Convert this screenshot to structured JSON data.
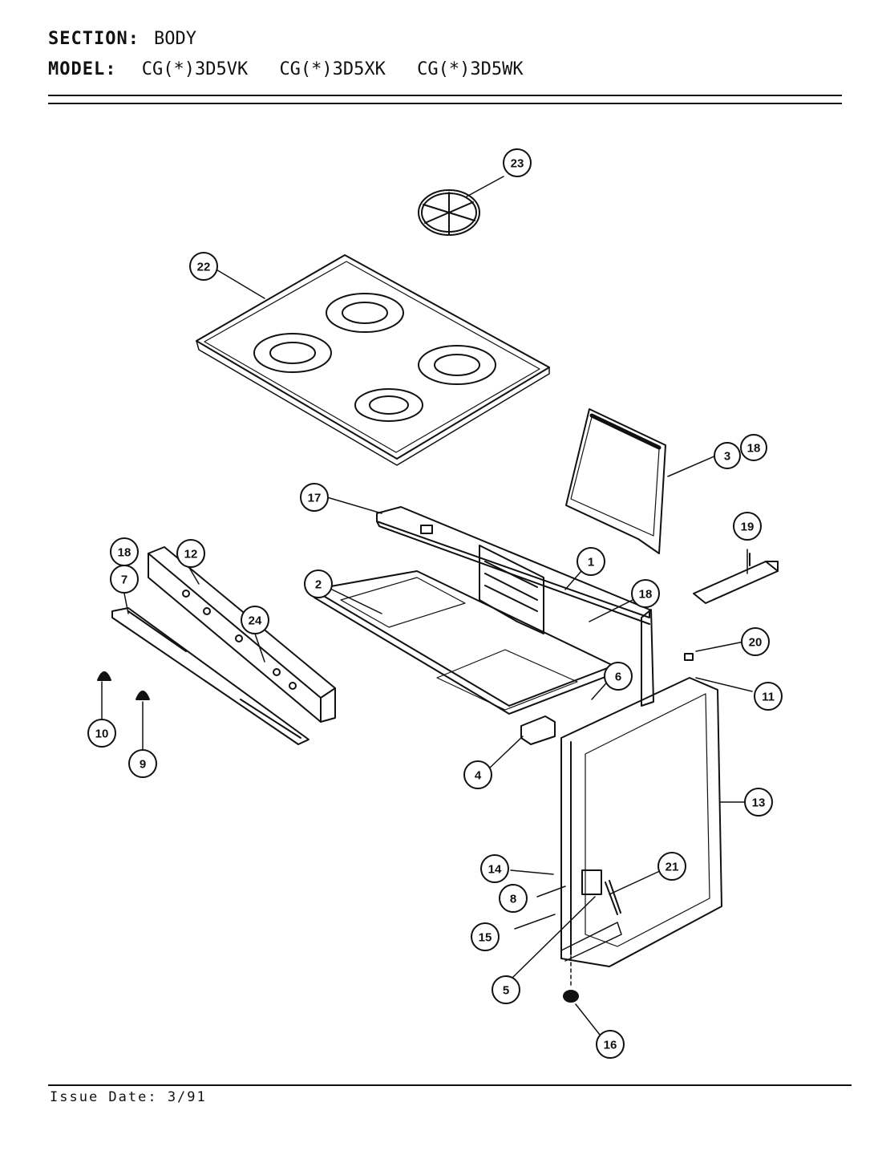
{
  "header": {
    "section_label": "SECTION:",
    "section_value": "BODY",
    "model_label": "MODEL:",
    "models": [
      "CG(*)3D5VK",
      "CG(*)3D5XK",
      "CG(*)3D5WK"
    ]
  },
  "footer": {
    "issue_date": "Issue Date: 3/91"
  },
  "callouts": {
    "c1": "1",
    "c2": "2",
    "c3": "3",
    "c4": "4",
    "c5": "5",
    "c6": "6",
    "c7": "7",
    "c8": "8",
    "c9": "9",
    "c10": "10",
    "c11": "11",
    "c12": "12",
    "c13": "13",
    "c14": "14",
    "c15": "15",
    "c16": "16",
    "c17": "17",
    "c18a": "18",
    "c18b": "18",
    "c18c": "18",
    "c19": "19",
    "c20": "20",
    "c21": "21",
    "c22": "22",
    "c23": "23",
    "c24": "24"
  }
}
